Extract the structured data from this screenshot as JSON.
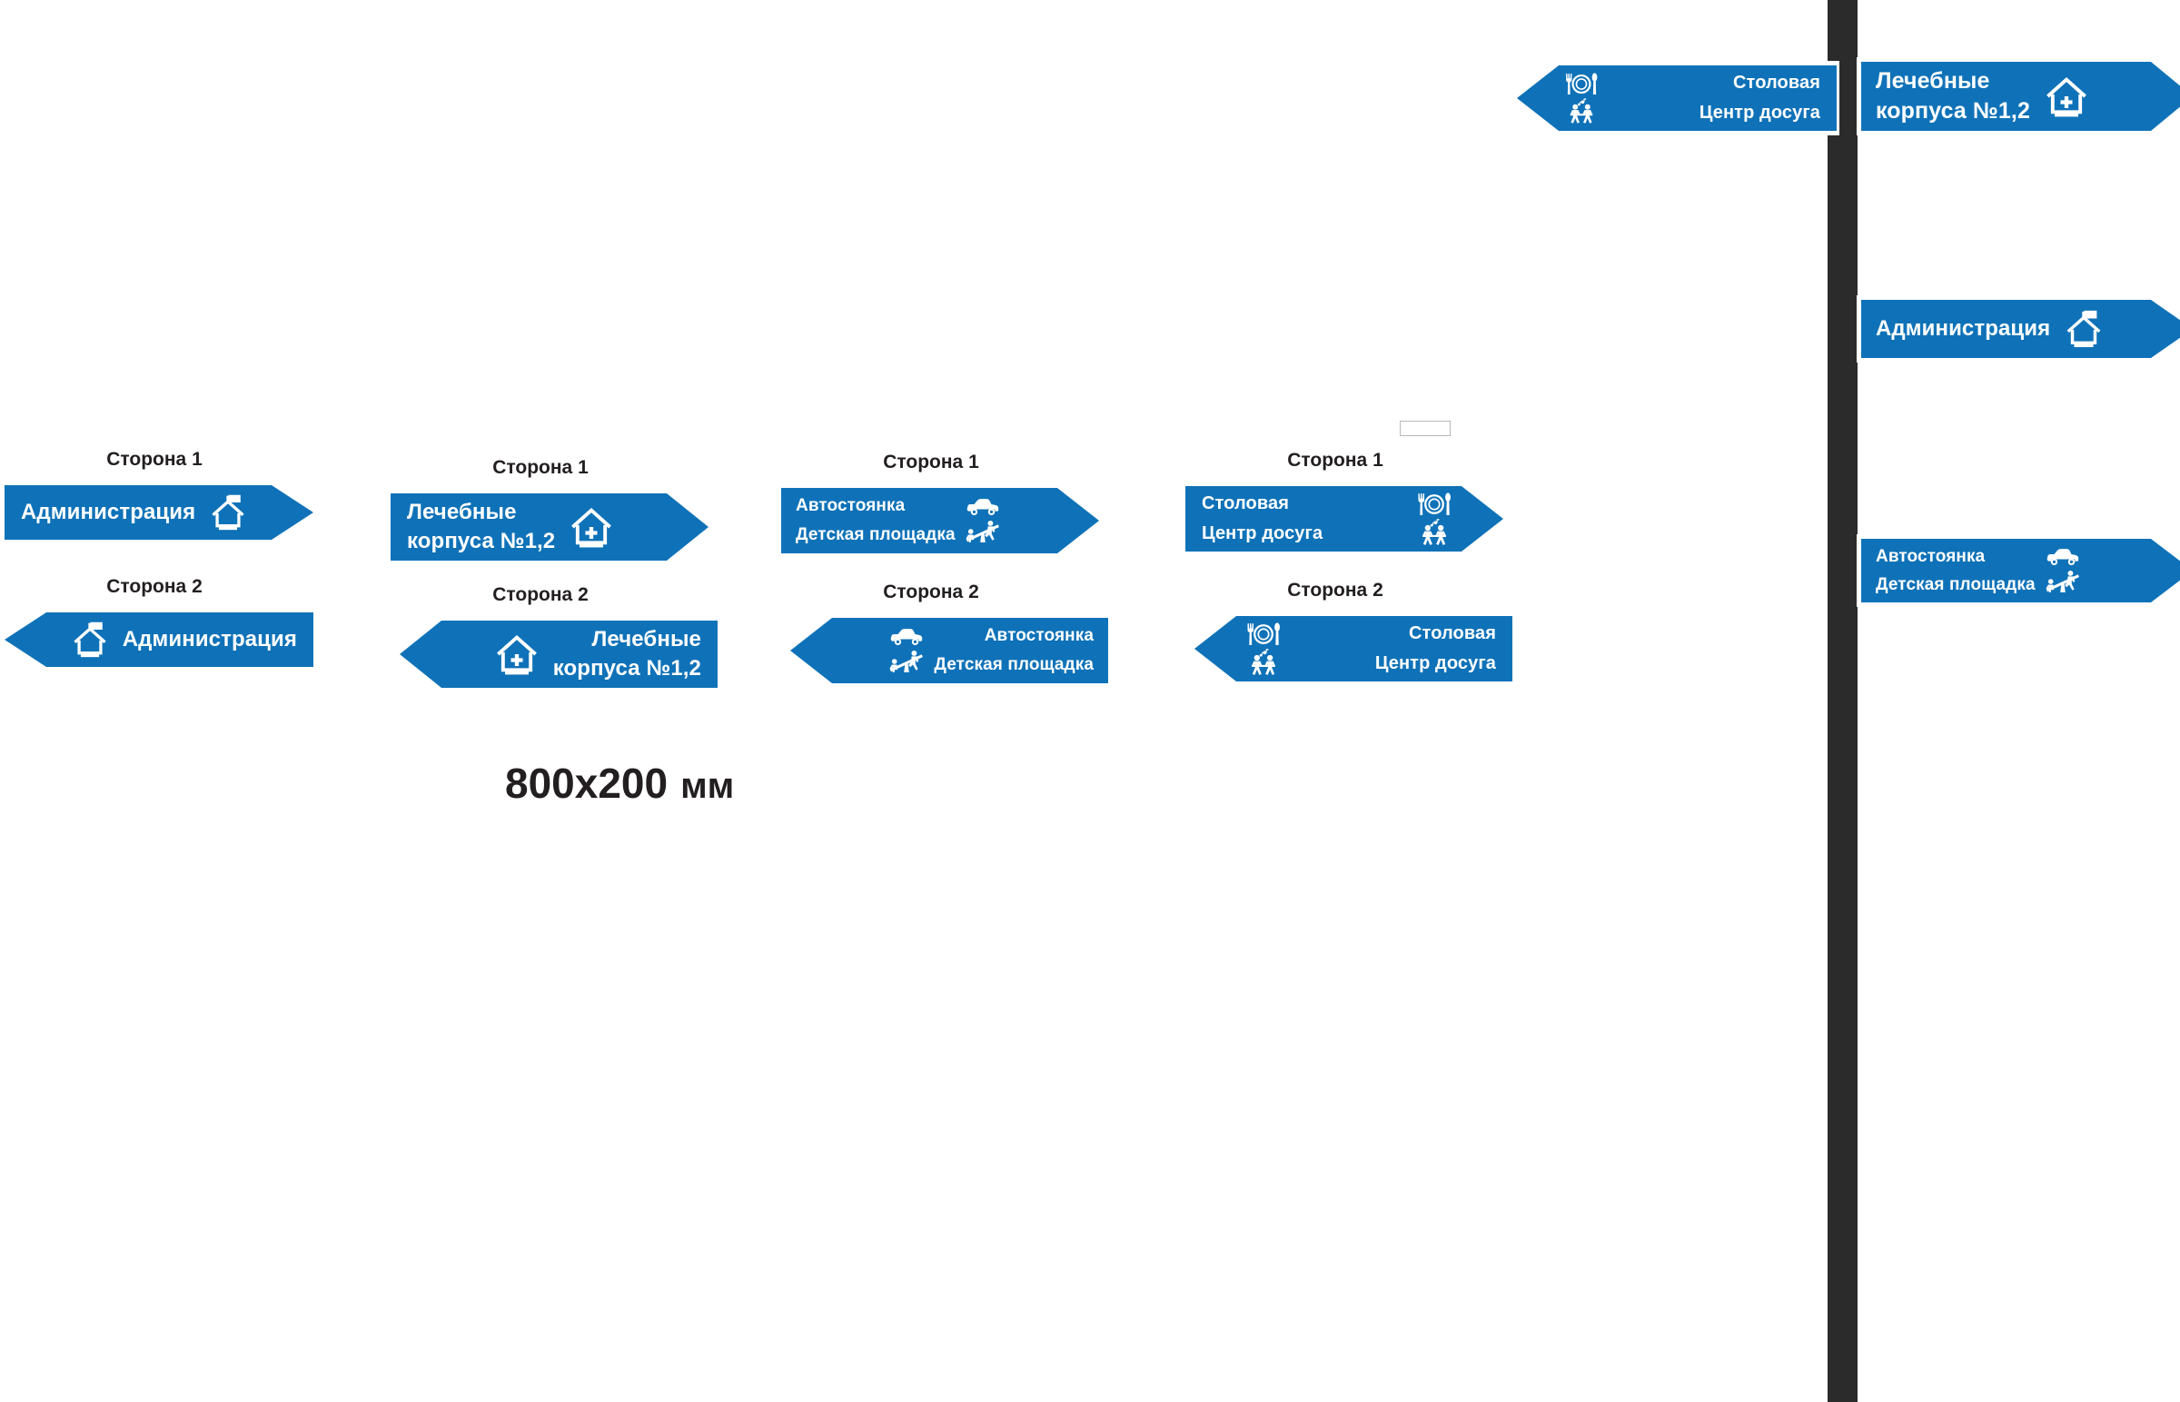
{
  "page": {
    "dimension_note": "800x200 мм",
    "dimension_number": "800x200",
    "dimension_unit": "мм",
    "accent_blue": "#0f72b8",
    "pole_color": "#2b2b2b",
    "text_color": "#ffffff",
    "label_color": "#231f20"
  },
  "side_labels": {
    "side1": "Сторона 1",
    "side2": "Сторона 2"
  },
  "groups": [
    {
      "id": "administration",
      "side1_label": "Сторона 1",
      "side2_label": "Сторона 2",
      "lines": [
        {
          "text": "Администрация",
          "icon": "house-flag-icon"
        }
      ]
    },
    {
      "id": "medical-buildings",
      "side1_label": "Сторона 1",
      "side2_label": "Сторона 2",
      "lines": [
        {
          "text": "Лечебные",
          "icon": ""
        },
        {
          "text": "корпуса №1,2",
          "icon": "house-cross-icon"
        }
      ]
    },
    {
      "id": "parking-playground",
      "side1_label": "Сторона 1",
      "side2_label": "Сторона 2",
      "lines": [
        {
          "text": "Автостоянка",
          "icon": "car-icon"
        },
        {
          "text": "Детская площадка",
          "icon": "seesaw-icon"
        }
      ]
    },
    {
      "id": "canteen-leisure",
      "side1_label": "Сторона 1",
      "side2_label": "Сторона 2",
      "lines": [
        {
          "text": "Столовая",
          "icon": "cutlery-plate-icon"
        },
        {
          "text": "Центр досуга",
          "icon": "dancers-icon"
        }
      ]
    }
  ],
  "pole_signs": {
    "left": [
      {
        "id": "canteen-leisure-pole-left",
        "lines": [
          {
            "text": "Столовая",
            "icon": "cutlery-plate-icon"
          },
          {
            "text": "Центр досуга",
            "icon": "dancers-icon"
          }
        ]
      }
    ],
    "right": [
      {
        "id": "medical-buildings-pole-right",
        "lines": [
          {
            "text": "Лечебные",
            "icon": ""
          },
          {
            "text": "корпуса №1,2",
            "icon": "house-cross-icon"
          }
        ]
      },
      {
        "id": "administration-pole-right",
        "lines": [
          {
            "text": "Администрация",
            "icon": "house-flag-icon"
          }
        ]
      },
      {
        "id": "parking-playground-pole-right",
        "lines": [
          {
            "text": "Автостоянка",
            "icon": "car-icon"
          },
          {
            "text": "Детская площадка",
            "icon": "seesaw-icon"
          }
        ]
      }
    ]
  }
}
